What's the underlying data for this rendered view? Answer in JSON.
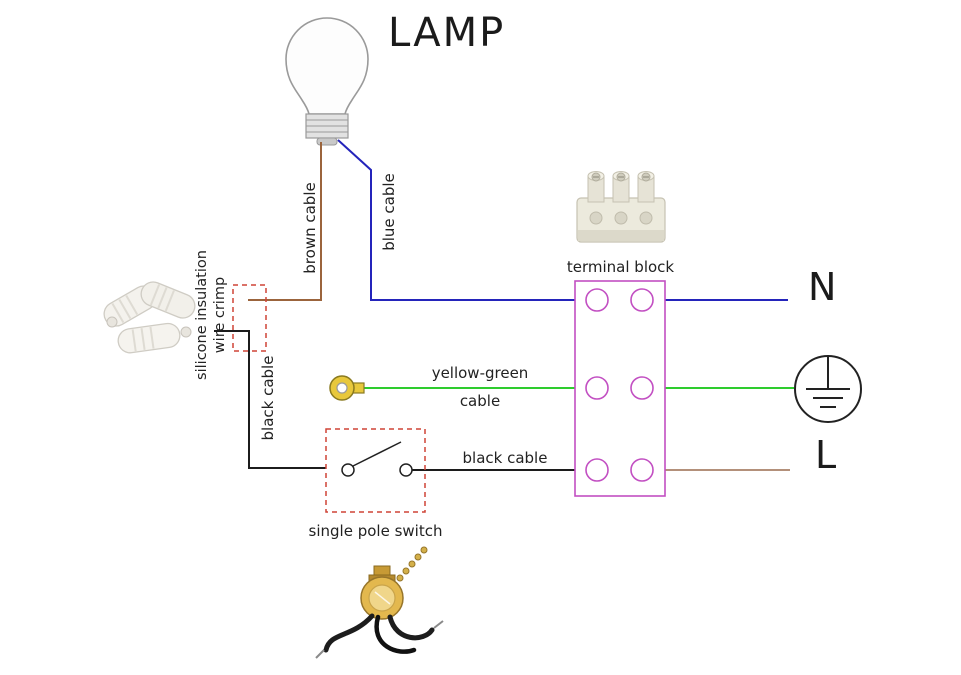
{
  "diagram": {
    "title": "LAMP",
    "components": {
      "terminal_block": "terminal block",
      "single_pole_switch": "single pole switch",
      "crimp_line1": "silicone insulation",
      "crimp_line2": "wire crimp"
    },
    "cables": {
      "brown": "brown cable",
      "blue": "blue cable",
      "black_left": "black cable",
      "black_mid": "black cable",
      "yellow_green_line1": "yellow-green",
      "yellow_green_line2": "cable"
    },
    "terminals": {
      "neutral": "N",
      "live": "L"
    },
    "colors": {
      "brown": "#9b643c",
      "blue": "#2424bb",
      "green": "#2ecc2e",
      "black": "#1c1c1c",
      "tan": "#b3907a",
      "magenta": "#c24fc2",
      "dashed_red": "#cf4436"
    }
  }
}
